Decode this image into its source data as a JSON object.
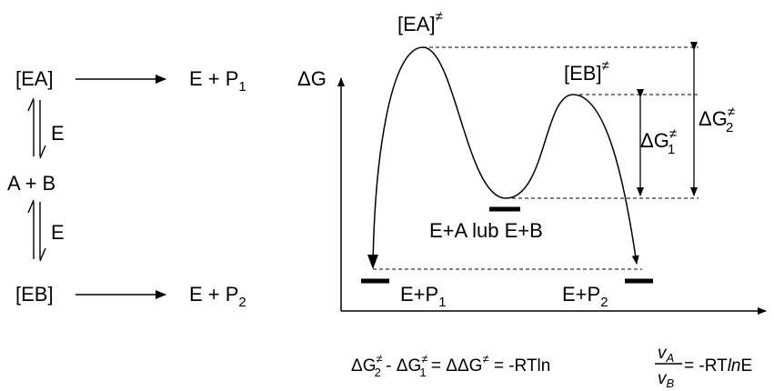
{
  "scheme": {
    "ea": "[EA]",
    "product1": "E + P",
    "product1_sub": "1",
    "top_catalyst": "E",
    "reactants": "A + B",
    "bottom_catalyst": "E",
    "eb": "[EB]",
    "product2": "E + P",
    "product2_sub": "2"
  },
  "energy_diagram": {
    "y_axis_label": "ΔG",
    "ts_a_label": "[EA]",
    "ts_a_sup": "≠",
    "ts_b_label": "[EB]",
    "ts_b_sup": "≠",
    "dg1_label": "ΔG",
    "dg1_sup": "≠",
    "dg1_sub": "1",
    "dg2_label": "ΔG",
    "dg2_sup": "≠",
    "dg2_sub": "2",
    "middle_label": "E+A lub E+B",
    "left_product_label": "E+P",
    "left_product_sub": "1",
    "right_product_label": "E+P",
    "right_product_sub": "2"
  },
  "equation": {
    "term1": "ΔG",
    "term1_sup": "≠",
    "term1_sub": "2",
    "minus": " - ",
    "term2": "ΔG",
    "term2_sup": "≠",
    "term2_sub": "1",
    "eq1": " = ",
    "ddg": "ΔΔG",
    "ddg_sup": "≠",
    "eq2": " = ",
    "rt_ln": "-RTln",
    "num_v": "v",
    "num_sub": "A",
    "den_v": "v",
    "den_sub": "B",
    "tail": " = -RT",
    "tail_ln": "ln",
    "tail_e": "E"
  }
}
